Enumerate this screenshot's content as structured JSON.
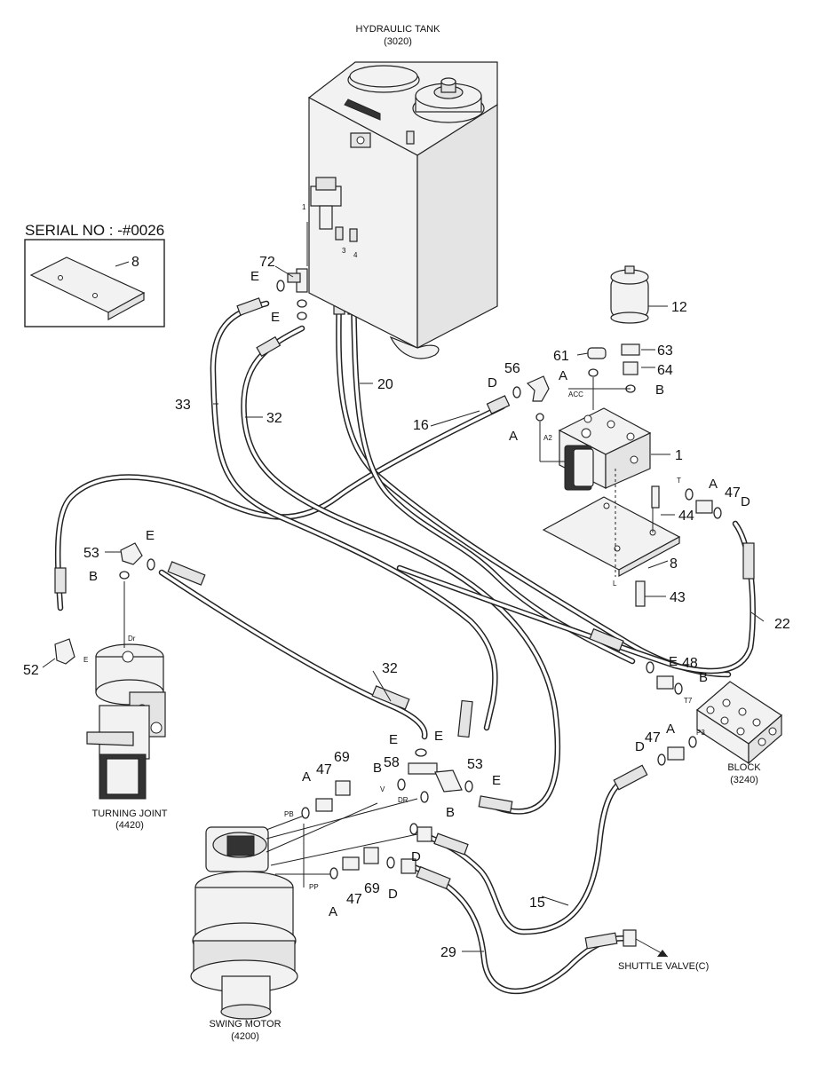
{
  "title": {
    "tank_name": "HYDRAULIC TANK",
    "tank_code": "(3020)"
  },
  "serial_box": {
    "label": "SERIAL NO : -#0026",
    "part": "8"
  },
  "components": {
    "turning_joint": {
      "name": "TURNING JOINT",
      "code": "(4420)"
    },
    "swing_motor": {
      "name": "SWING MOTOR",
      "code": "(4200)"
    },
    "block": {
      "name": "BLOCK",
      "code": "(3240)"
    },
    "shuttle_valve": {
      "name": "SHUTTLE VALVE(C)"
    }
  },
  "part_numbers": {
    "p1": "1",
    "p8b": "8",
    "p12": "12",
    "p15": "15",
    "p16": "16",
    "p20": "20",
    "p22": "22",
    "p29": "29",
    "p32a": "32",
    "p32b": "32",
    "p33": "33",
    "p43": "43",
    "p44": "44",
    "p47a": "47",
    "p47b": "47",
    "p47c": "47",
    "p47d": "47",
    "p48": "48",
    "p52": "52",
    "p53a": "53",
    "p53b": "53",
    "p56": "56",
    "p58": "58",
    "p61": "61",
    "p63": "63",
    "p64": "64",
    "p69a": "69",
    "p69b": "69",
    "p72": "72"
  },
  "seal_letters": {
    "e1": "E",
    "e2": "E",
    "e3": "E",
    "e4": "E",
    "e5": "E",
    "e6": "E",
    "d1": "D",
    "d2": "D",
    "d3": "D",
    "d4": "D",
    "d5": "D",
    "a1": "A",
    "a2": "A",
    "a3": "A",
    "a4": "A",
    "a5": "A",
    "a6": "A",
    "b1": "B",
    "b2": "B",
    "b3": "B",
    "b4": "B",
    "b5": "B"
  },
  "port_labels": {
    "acc": "ACC",
    "a2": "A2",
    "t": "T",
    "l": "L",
    "t7": "T7",
    "p3": "P3",
    "dr": "DR",
    "v": "V",
    "pb": "PB",
    "pp": "PP",
    "dr_tj": "Dr",
    "e_tj": "E",
    "n1": "1",
    "n3": "3",
    "n4": "4"
  }
}
